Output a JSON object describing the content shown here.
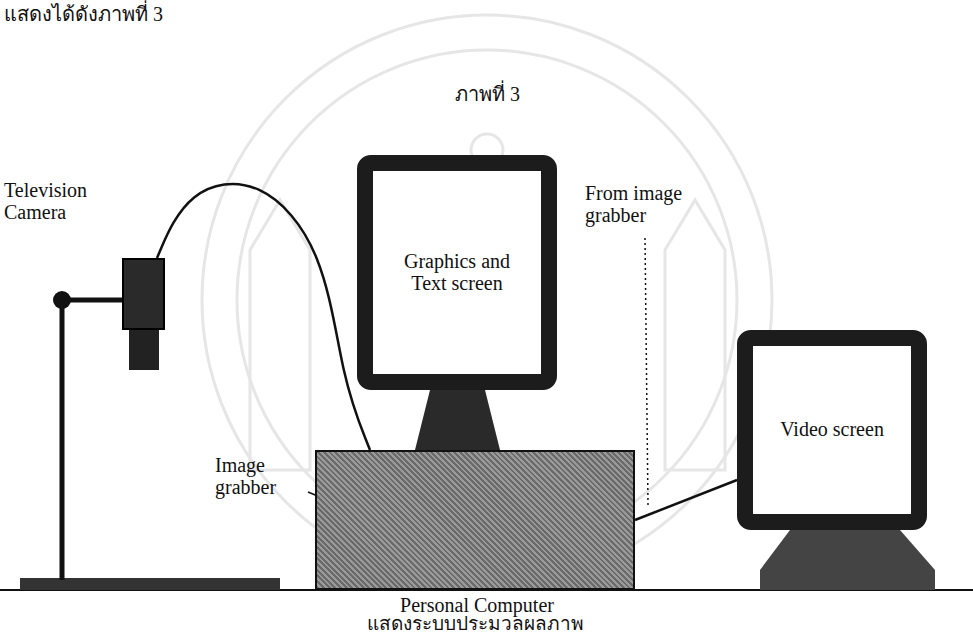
{
  "diagram": {
    "title": "ภาพที่ 3",
    "caption": "แสดงระบบประมวลผลภาพ",
    "nodes": [
      {
        "text": [
          "Television Camera"
        ]
      },
      {
        "text": [
          "Personal Computer"
        ]
      },
      {
        "text": [
          "Graphics and Text screen"
        ]
      },
      {
        "text": [
          "Video screen"
        ]
      }
    ],
    "edges": [
      {
        "from": 0,
        "to": 1,
        "arrow": "none"
      },
      {
        "from": 1,
        "to": 3,
        "arrow": "none"
      }
    ],
    "labels": [
      "แสดงได้ดังภาพที่ 3",
      "Image grabber",
      "From image grabber"
    ]
  }
}
